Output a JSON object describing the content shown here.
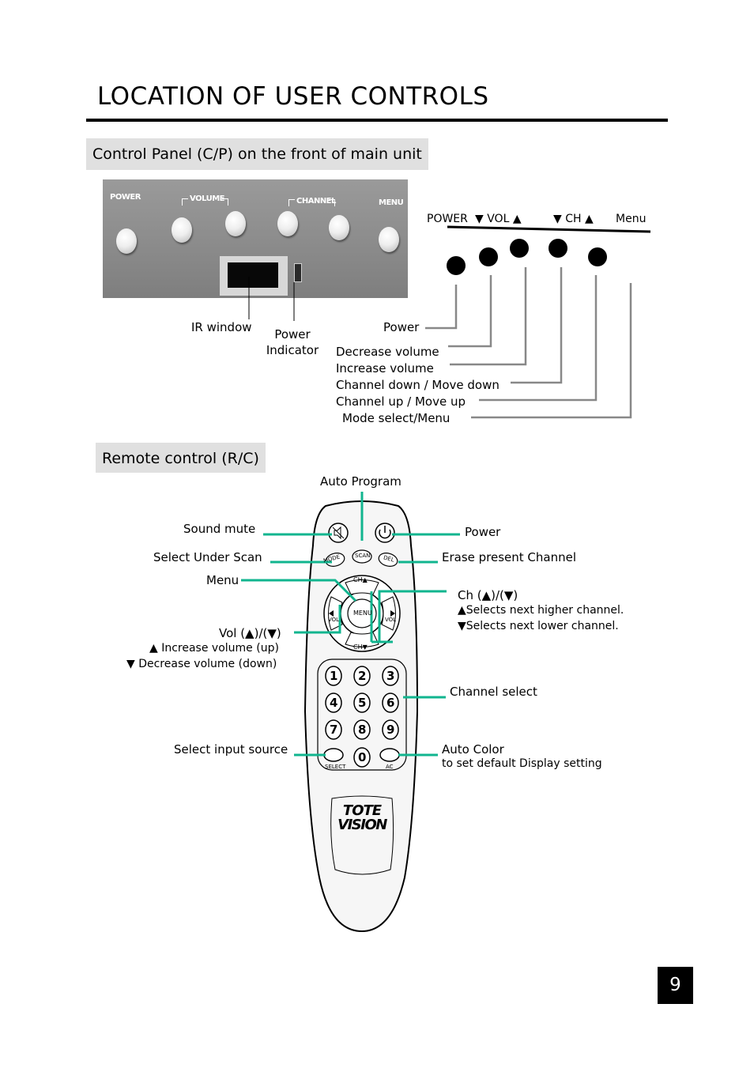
{
  "page": {
    "title": "LOCATION OF USER CONTROLS",
    "number": "9"
  },
  "control_panel": {
    "heading": "Control Panel (C/P) on the front of main unit",
    "photo_labels": {
      "power": "POWER",
      "volume": "VOLUME",
      "channel": "CHANNEL",
      "menu": "MENU"
    },
    "diagram_labels": {
      "power": "POWER",
      "vol": "▼ VOL ▲",
      "ch": "▼ CH ▲",
      "menu": "Menu"
    },
    "callouts": {
      "ir_window": "IR window",
      "power_indicator_line1": "Power",
      "power_indicator_line2": "Indicator",
      "power": "Power",
      "decrease_volume": "Decrease volume",
      "increase_volume": "Increase volume",
      "channel_down": "Channel down / Move down",
      "channel_up": "Channel up / Move up",
      "mode_select": "Mode select/Menu"
    }
  },
  "remote_control": {
    "heading": "Remote control (R/C)",
    "callouts": {
      "auto_program": "Auto Program",
      "sound_mute": "Sound mute",
      "power": "Power",
      "select_under_scan": "Select Under Scan",
      "erase_present_channel": "Erase present Channel",
      "menu": "Menu",
      "ch_title": "Ch (▲)/(▼)",
      "ch_up": "▲Selects next higher channel.",
      "ch_down": "▼Selects next lower channel.",
      "vol_title": "Vol (▲)/(▼)",
      "vol_up": "▲ Increase volume (up)",
      "vol_down": "▼ Decrease volume (down)",
      "channel_select": "Channel select",
      "select_input_source": "Select input source",
      "auto_color": "Auto Color",
      "auto_color_desc": "to set default Display setting"
    },
    "button_labels": {
      "mode": "MODE",
      "scan": "SCAN",
      "del": "DEL",
      "ch_up": "CH▲",
      "ch_down": "CH▼",
      "menu": "MENU",
      "vol_left": "VOL",
      "vol_right": "VOL",
      "select": "SELECT",
      "ac": "AC"
    },
    "number_keys": [
      "1",
      "2",
      "3",
      "4",
      "5",
      "6",
      "7",
      "8",
      "9",
      "0"
    ],
    "brand_line1": "TOTE",
    "brand_line2": "VISION",
    "callout_color": "#11b58f"
  }
}
